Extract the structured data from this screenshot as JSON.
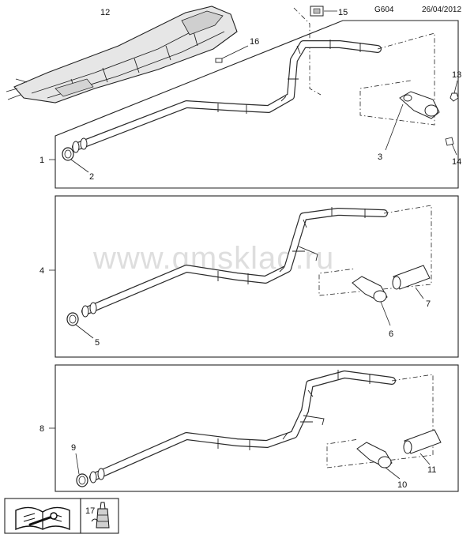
{
  "header": {
    "code": "G604",
    "date": "26/04/2012"
  },
  "watermark": "www.gmsklad.ru",
  "callouts": {
    "c1": "1",
    "c2": "2",
    "c3": "3",
    "c4": "4",
    "c5": "5",
    "c6": "6",
    "c7": "7",
    "c8": "8",
    "c9": "9",
    "c10": "10",
    "c11": "11",
    "c12": "12",
    "c13": "13",
    "c14": "14",
    "c15": "15",
    "c16": "16",
    "c17": "17"
  },
  "footer": {
    "manual_icon": "book-wrench-icon",
    "sealant_icon": "sealant-tube-icon"
  }
}
